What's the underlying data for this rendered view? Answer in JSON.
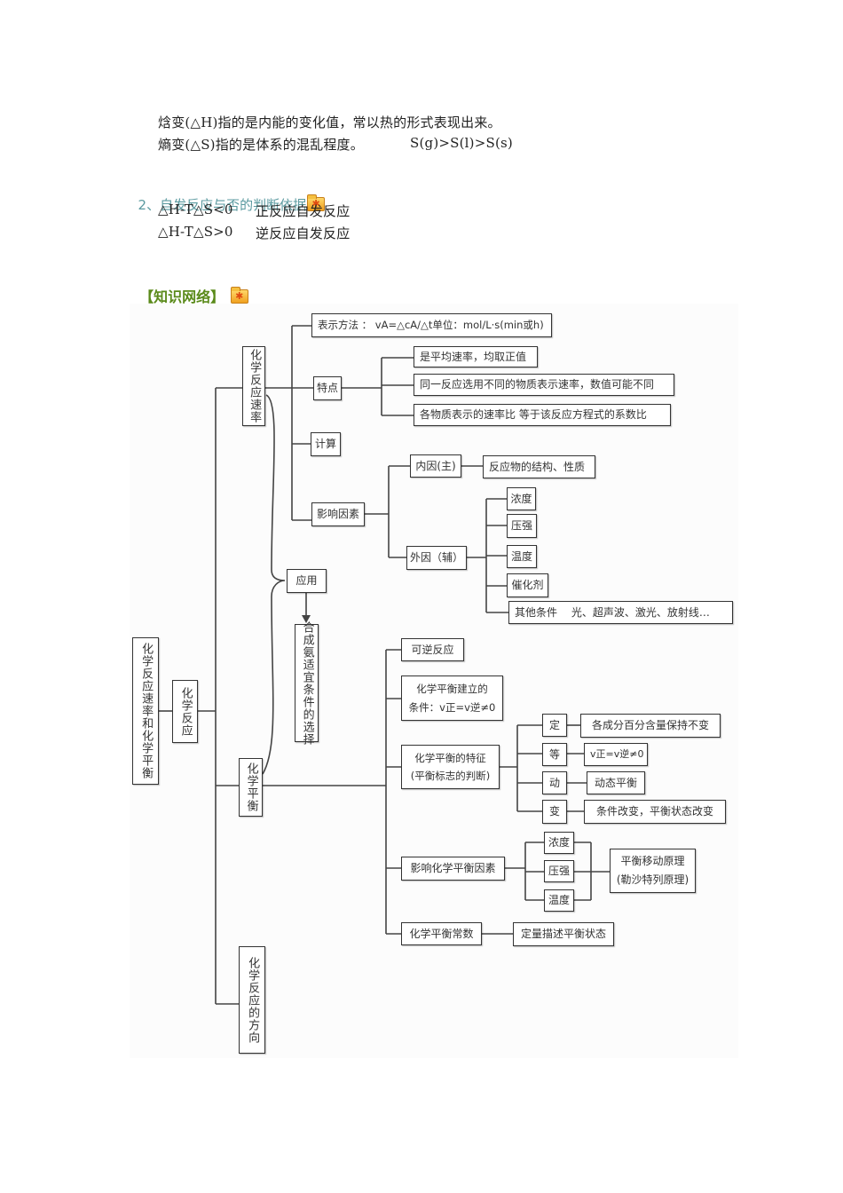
{
  "text": {
    "enthalpy_line": "焓变(△H)指的是内能的变化值，常以热的形式表现出来。",
    "entropy_line": "熵变(△S)指的是体系的混乱程度。",
    "entropy_order": "S(g)>S(l)>S(s)"
  },
  "section2": {
    "heading": "2、自发反应与否的判断依据",
    "heading_color": "#5b9aa0",
    "icon": "folder-icon",
    "rules": [
      {
        "condition": "△H-T△S<0",
        "result": "正反应自发反应"
      },
      {
        "condition": "△H-T△S>0",
        "result": "逆反应自发反应"
      }
    ]
  },
  "network": {
    "heading": "【知识网络】",
    "heading_color": "#5a8a1a",
    "icon": "folder-icon"
  },
  "diagram": {
    "root": "化学反应速率和化学平衡",
    "level1": "化学反应",
    "rate": {
      "label": "化学反应速率",
      "expression": "表示方法 ： vA=△cA/△t单位：mol/L·s(min或h)",
      "features_label": "特点",
      "features": [
        "是平均速率，均取正值",
        "同一反应选用不同的物质表示速率，数值可能不同",
        "各物质表示的速率比 等于该反应方程式的系数比"
      ],
      "calc_label": "计算",
      "factors_label": "影响因素",
      "internal_label": "内因(主)",
      "internal_value": "反应物的结构、性质",
      "external_label": "外因（辅）",
      "external": [
        "浓度",
        "压强",
        "温度",
        "催化剂",
        "其他条件　 光、超声波、激光、放射线…"
      ]
    },
    "application": {
      "label": "应用",
      "target": "合成氨适宜条件的选择"
    },
    "equilibrium": {
      "label": "化学平衡",
      "reversible": "可逆反应",
      "condition_line1": "化学平衡建立的",
      "condition_line2": "条件：v正=v逆≠0",
      "features_line1": "化学平衡的特征",
      "features_line2": "(平衡标志的判断)",
      "features": [
        {
          "key": "定",
          "value": "各成分百分含量保持不变"
        },
        {
          "key": "等",
          "value": "v正=v逆≠0"
        },
        {
          "key": "动",
          "value": "动态平衡"
        },
        {
          "key": "变",
          "value": "条件改变，平衡状态改变"
        }
      ],
      "factors_label": "影响化学平衡因素",
      "factors": [
        "浓度",
        "压强",
        "温度"
      ],
      "principle_line1": "平衡移动原理",
      "principle_line2": "(勒沙特列原理)",
      "constant_label": "化学平衡常数",
      "constant_value": "定量描述平衡状态"
    },
    "direction": "化学反应的方向"
  }
}
